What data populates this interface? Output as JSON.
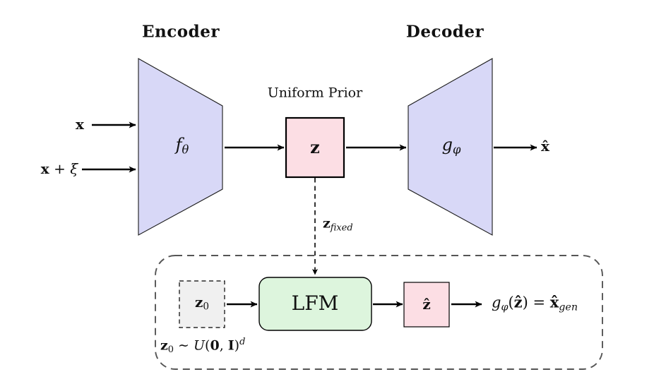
{
  "titles": {
    "encoder": "Encoder",
    "decoder": "Decoder"
  },
  "prior": {
    "caption": "Uniform Prior",
    "z": "z"
  },
  "inputs": {
    "x": "x",
    "noise_x": "x",
    "noise_plus": " + ",
    "noise_xi": "ξ"
  },
  "encoder": {
    "fn": "f",
    "fn_sub": "θ"
  },
  "decoder": {
    "fn": "g",
    "fn_sub": "φ"
  },
  "output": {
    "x_hat": "x̂"
  },
  "z_fixed": {
    "base": "z",
    "sub": "fixed"
  },
  "sampler": {
    "z0": {
      "base": "z",
      "sub": "0"
    },
    "lfm": "LFM",
    "z_hat": "ẑ",
    "dist": {
      "z": "z",
      "z_sub": "0",
      "sim": " ∼ ",
      "u": "U",
      "open": "(",
      "zero": "0",
      "comma": ", ",
      "eye": "I",
      "close": ")",
      "sup": "d"
    },
    "formula": {
      "g": "g",
      "g_sub": "φ",
      "open": "(",
      "z_hat": "ẑ",
      "close": ")",
      "eq": " = ",
      "x_hat": "x̂",
      "x_sub": "gen"
    }
  },
  "colors": {
    "trapezoid_fill": "#d8d8f7",
    "latent_pink": "#fcdee4",
    "lfm_green": "#ddf5dd",
    "z0_gray": "#f0f0f0",
    "container_dash": "#555555",
    "stroke_dark": "#1a1a1a",
    "arrow_black": "#000000"
  }
}
